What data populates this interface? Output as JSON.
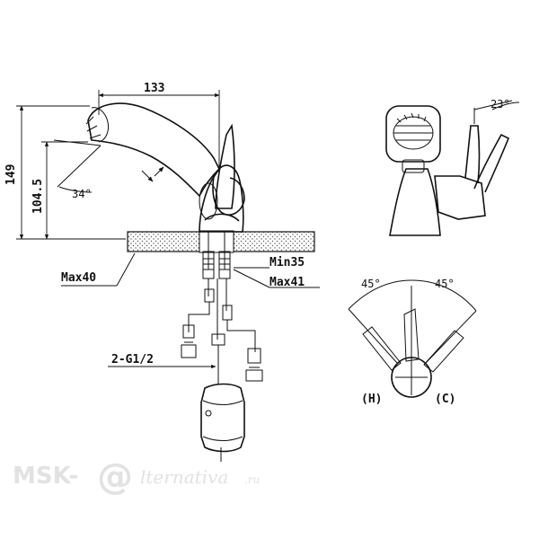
{
  "dimensions": {
    "width_top": "133",
    "height_total": "149",
    "height_spout": "104.5",
    "angle_spout": "34°",
    "max_deck": "Max40",
    "min_hole": "Min35",
    "max_hole": "Max41",
    "connection": "2-G1/2",
    "angle_side": "23°",
    "angle_left": "45°",
    "angle_right": "45°"
  },
  "handle_labels": {
    "hot": "(H)",
    "cold": "(C)"
  },
  "watermark": {
    "brand_left": "MSK-",
    "brand_mark": "@",
    "brand_right": "lternativa",
    "domain": ".ru"
  }
}
